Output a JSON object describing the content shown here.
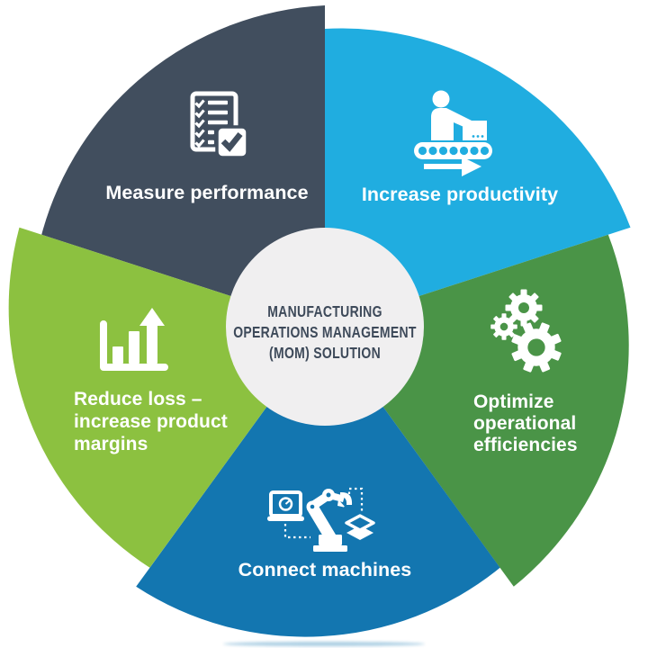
{
  "background_color": "#ffffff",
  "center": {
    "lines": [
      "MANUFACTURING",
      "OPERATIONS MANAGEMENT",
      "(MOM) SOLUTION"
    ],
    "bg_color": "#f0eff0",
    "text_color": "#3e4a5a"
  },
  "segments": [
    {
      "id": "measure-performance",
      "label": "Measure performance",
      "color": "#414e5e",
      "icon": "checklist-icon"
    },
    {
      "id": "increase-productivity",
      "label": "Increase productivity",
      "color": "#20ade0",
      "icon": "conveyor-person-icon"
    },
    {
      "id": "optimize-operational-efficiencies",
      "label": "Optimize operational efficiencies",
      "color": "#4a9447",
      "icon": "gears-icon"
    },
    {
      "id": "connect-machines",
      "label": "Connect machines",
      "color": "#1376b0",
      "icon": "machines-network-icon"
    },
    {
      "id": "reduce-loss-increase-product-margins",
      "label": "Reduce loss – increase product margins",
      "color": "#8cc140",
      "icon": "bar-chart-growth-icon"
    }
  ]
}
